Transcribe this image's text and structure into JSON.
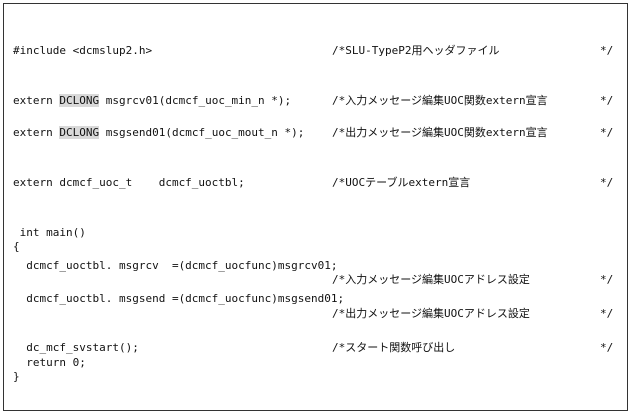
{
  "highlight_color": "#d9d9d9",
  "lines": {
    "include": {
      "code": "#include <dcmslup2.h>",
      "comment": "/*SLU-TypeP2用ヘッダファイル",
      "end": "*/"
    },
    "extern_rcv": {
      "pre": "extern ",
      "hl": "DCLONG",
      "code": " msgrcv01(dcmcf_uoc_min_n *);",
      "comment": "/*入力メッセージ編集UOC関数extern宣言",
      "end": "*/"
    },
    "extern_send": {
      "pre": "extern ",
      "hl": "DCLONG",
      "code": " msgsend01(dcmcf_uoc_mout_n *);",
      "comment": "/*出力メッセージ編集UOC関数extern宣言",
      "end": "*/"
    },
    "extern_tbl": {
      "code": "extern dcmcf_uoc_t    dcmcf_uoctbl;",
      "comment": "/*UOCテーブルextern宣言",
      "end": "*/"
    },
    "main": {
      "code": " int main()"
    },
    "brace_open": {
      "code": "{"
    },
    "assign_rcv": {
      "code": "  dcmcf_uoctbl. msgrcv  =(dcmcf_uocfunc)msgrcv01;"
    },
    "assign_rcv_comment": {
      "comment": "/*入力メッセージ編集UOCアドレス設定",
      "end": "*/"
    },
    "assign_send": {
      "code": "  dcmcf_uoctbl. msgsend =(dcmcf_uocfunc)msgsend01;"
    },
    "assign_send_comment": {
      "comment": "/*出力メッセージ編集UOCアドレス設定",
      "end": "*/"
    },
    "svstart": {
      "code": "  dc_mcf_svstart();",
      "comment": "/*スタート関数呼び出し",
      "end": "*/"
    },
    "return": {
      "code": "  return 0;"
    },
    "brace_close": {
      "code": "}"
    }
  }
}
